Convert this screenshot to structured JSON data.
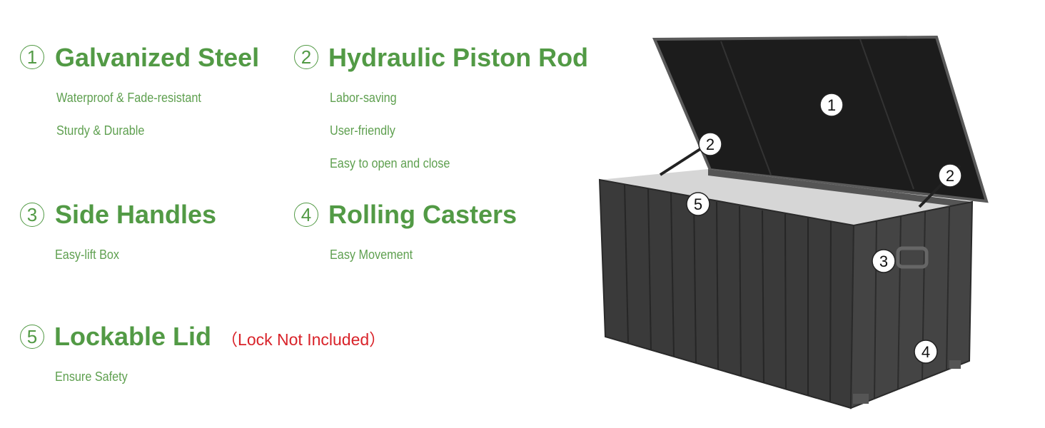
{
  "features": [
    {
      "number": "1",
      "title": "Galvanized Steel",
      "points": [
        "Waterproof & Fade-resistant",
        "Sturdy & Durable"
      ]
    },
    {
      "number": "2",
      "title": "Hydraulic Piston Rod",
      "points": [
        "Labor-saving",
        "User-friendly",
        "Easy to open and close"
      ]
    },
    {
      "number": "3",
      "title": "Side Handles",
      "points": [
        "Easy-lift Box"
      ]
    },
    {
      "number": "4",
      "title": "Rolling Casters",
      "points": [
        "Easy Movement"
      ]
    },
    {
      "number": "5",
      "title": "Lockable Lid",
      "note": "（Lock Not Included）",
      "points": [
        "Ensure Safety"
      ]
    }
  ],
  "product_markers": [
    "1",
    "2",
    "2",
    "5",
    "3",
    "4"
  ],
  "colors": {
    "accent": "#529a45",
    "subtext": "#5fa050",
    "warning": "#d9232a",
    "box": "#3a3a3a"
  }
}
